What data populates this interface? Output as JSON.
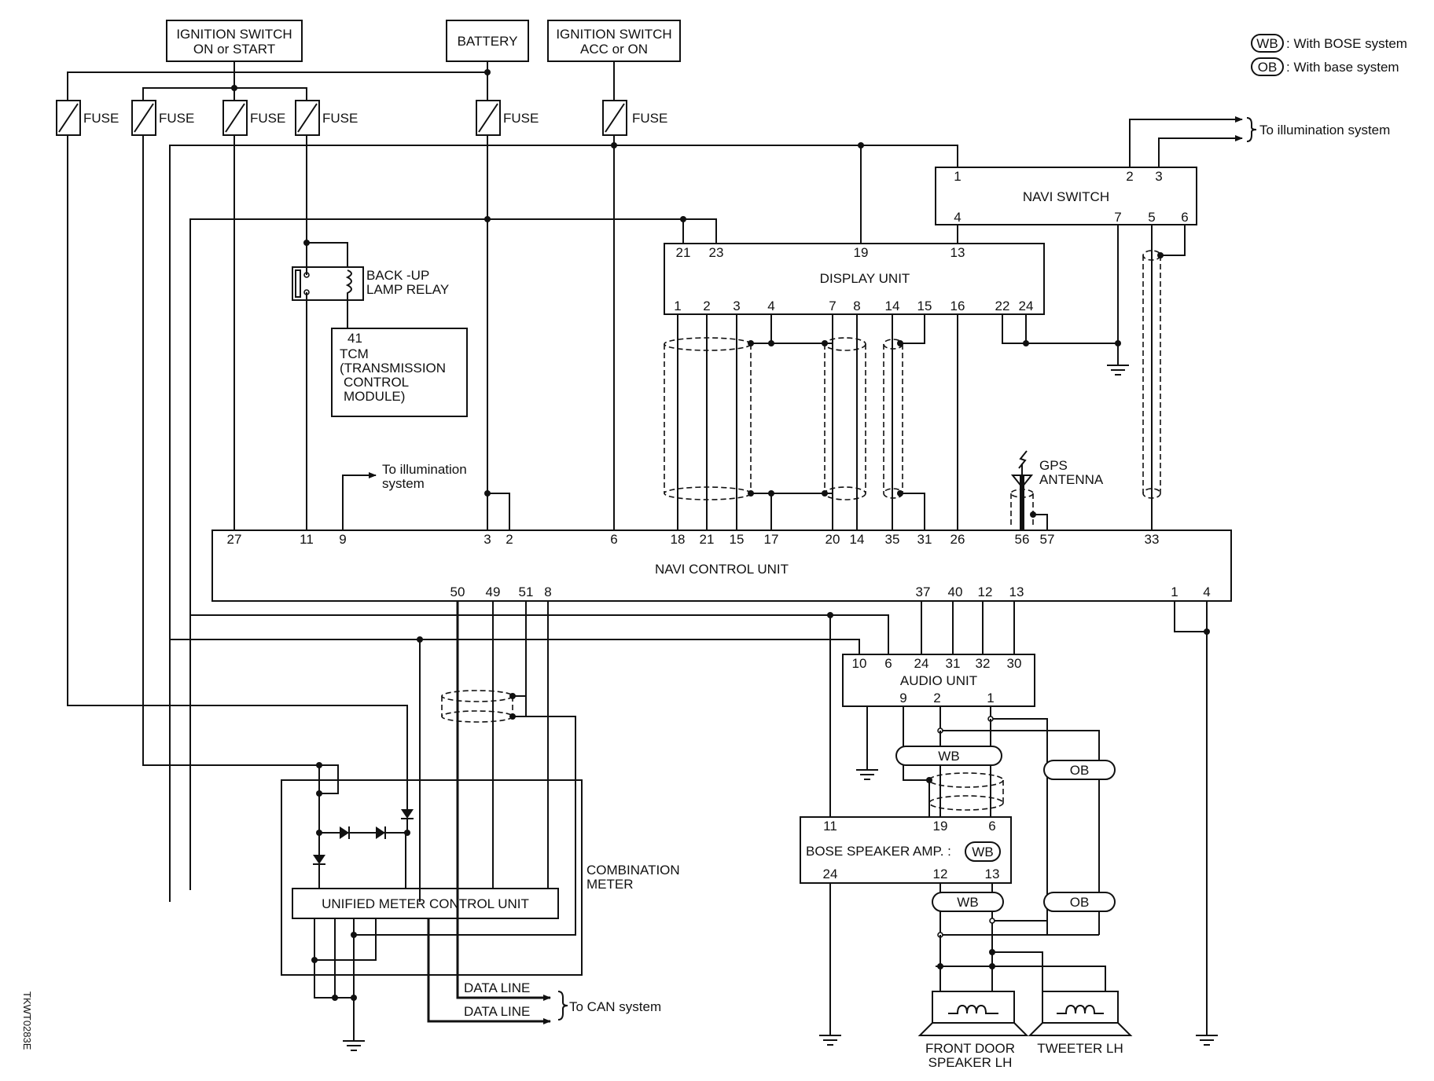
{
  "legend": {
    "wb_tag": "WB",
    "wb_text": ": With BOSE system",
    "ob_tag": "OB",
    "ob_text": ": With base system"
  },
  "sources": {
    "ign_on_l1": "IGNITION SWITCH",
    "ign_on_l2": "ON or START",
    "battery": "BATTERY",
    "ign_acc_l1": "IGNITION SWITCH",
    "ign_acc_l2": "ACC or ON",
    "fuse": "FUSE"
  },
  "navi_switch": {
    "name": "NAVI SWITCH",
    "pins": [
      "1",
      "2",
      "3",
      "4",
      "7",
      "5",
      "6"
    ]
  },
  "illum_top": "To illumination system",
  "display_unit": {
    "name": "DISPLAY UNIT",
    "top_pins": [
      "21",
      "23",
      "19",
      "13"
    ],
    "bottom_pins": [
      "1",
      "2",
      "3",
      "4",
      "7",
      "8",
      "14",
      "15",
      "16",
      "22",
      "24"
    ]
  },
  "relay": {
    "l1": "BACK -UP",
    "l2": "LAMP RELAY"
  },
  "tcm": {
    "pin": "41",
    "l1": "TCM",
    "l2": "(TRANSMISSION",
    "l3": "CONTROL",
    "l4": "MODULE)"
  },
  "illum_mid": {
    "l1": "To illumination",
    "l2": "system"
  },
  "gps": {
    "l1": "GPS",
    "l2": "ANTENNA"
  },
  "navi_control_unit": {
    "name": "NAVI CONTROL UNIT",
    "top_pins": [
      "27",
      "11",
      "9",
      "3",
      "2",
      "6",
      "18",
      "21",
      "15",
      "17",
      "20",
      "14",
      "35",
      "31",
      "26",
      "56",
      "57",
      "33"
    ],
    "bottom_pins": [
      "50",
      "49",
      "51",
      "8",
      "37",
      "40",
      "12",
      "13",
      "1",
      "4"
    ]
  },
  "audio_unit": {
    "name": "AUDIO UNIT",
    "top_pins": [
      "10",
      "6",
      "24",
      "31",
      "32",
      "30"
    ],
    "bottom_pins": [
      "9",
      "2",
      "1"
    ]
  },
  "bose_amp": {
    "name": "BOSE SPEAKER AMP. :",
    "tag": "WB",
    "top_pins": [
      "11",
      "19",
      "6"
    ],
    "bottom_pins": [
      "24",
      "12",
      "13"
    ]
  },
  "pill_labels": {
    "wb": "WB",
    "ob": "OB"
  },
  "combination_meter": {
    "l1": "COMBINATION",
    "l2": "METER",
    "unit": "UNIFIED METER CONTROL UNIT"
  },
  "data_line": "DATA LINE",
  "to_can": "To CAN system",
  "speakers": {
    "front_l1": "FRONT DOOR",
    "front_l2": "SPEAKER LH",
    "tweeter": "TWEETER LH"
  },
  "figure_id": "TKWT0283E"
}
